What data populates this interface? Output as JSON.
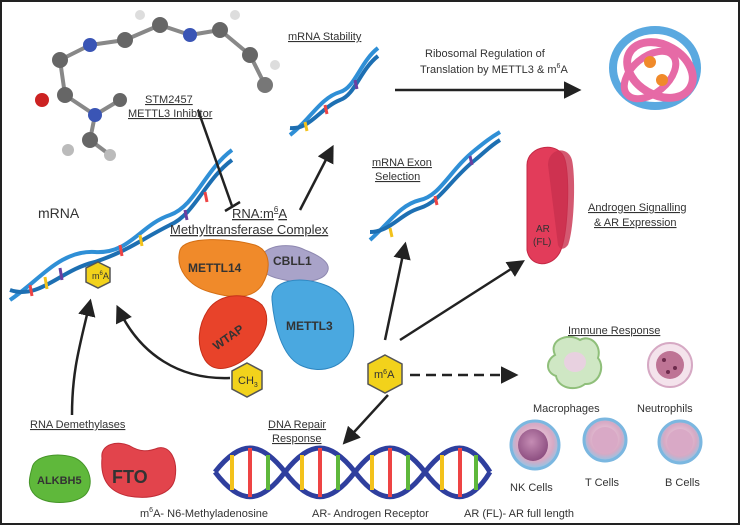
{
  "labels": {
    "mrna_stability": "mRNA Stability",
    "ribosomal_line1": "Ribosomal Regulation of",
    "ribosomal_line2": "Translation by METTL3 & m",
    "ribosomal_sup": "6",
    "ribosomal_suffix": "A",
    "stm_line1": "STM2457",
    "stm_line2": "METTL3 Inhibitor",
    "mrna": "mRNA",
    "complex_line1_prefix": "RNA:m",
    "complex_line1_sup": "6",
    "complex_line1_suffix": "A",
    "complex_line2": "Methyltransferase Complex",
    "exon_line1": "mRNA Exon",
    "exon_line2": "Selection",
    "androgen_line1": "Androgen Signalling",
    "androgen_line2": "& AR Expression",
    "ar_line1": "AR",
    "ar_line2": "(FL)",
    "immune_response": "Immune Response",
    "rna_demethylases": "RNA Demethylases",
    "dna_repair_line1": "DNA Repair",
    "dna_repair_line2": "Response"
  },
  "proteins": {
    "mettl14": "METTL14",
    "cbll1": "CBLL1",
    "wtap": "WTAP",
    "mettl3": "METTL3",
    "alkbh5": "ALKBH5",
    "fto": "FTO"
  },
  "badges": {
    "m6a_prefix": "m",
    "m6a_sup": "6",
    "m6a_suffix": "A",
    "ch3_prefix": "CH",
    "ch3_sub": "3"
  },
  "cells": {
    "macrophages": "Macrophages",
    "neutrophils": "Neutrophils",
    "nk_cells": "NK Cells",
    "t_cells": "T Cells",
    "b_cells": "B Cells"
  },
  "footer": {
    "m6a_sup": "6",
    "m6a_def": "A- N6-Methyladenosine",
    "m6a_prefix": "m",
    "ar_def": "AR- Androgen Receptor",
    "arfl_def": "AR (FL)- AR full length"
  },
  "colors": {
    "helix_blue": "#2f8fd6",
    "m6a_badge": "#f2d21b",
    "mettl14": "#f08a2a",
    "cbll1": "#a9a3c9",
    "wtap": "#e8432a",
    "mettl3": "#4aa8e0",
    "alkbh5": "#5fb83b",
    "fto": "#e2444c",
    "ar": "#e23c5a",
    "border": "#222222"
  }
}
